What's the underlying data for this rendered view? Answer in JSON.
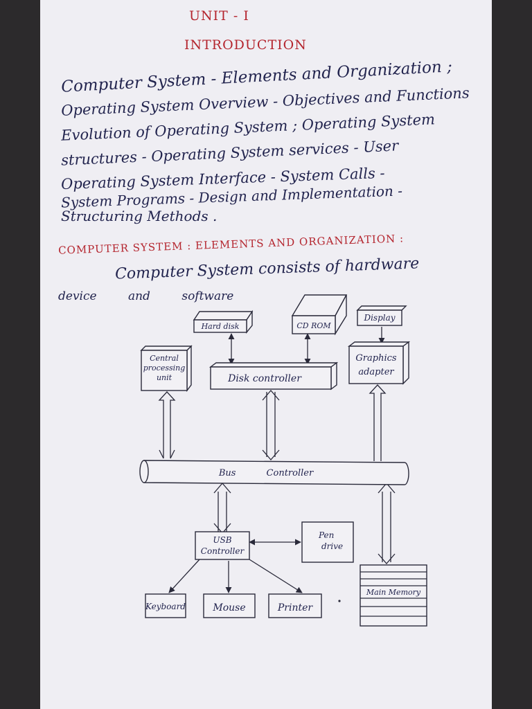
{
  "unit_heading": "UNIT - I",
  "title": "INTRODUCTION",
  "syllabus_lines": [
    "Computer System - Elements and Organization ;",
    "Operating System Overview - Objectives and Functions",
    "Evolution of Operating System ; Operating System",
    "structures - Operating System services - User",
    "Operating System Interface - System Calls -",
    "System Programs - Design and Implementation -",
    "Structuring Methods ."
  ],
  "section_heading": "COMPUTER SYSTEM : ELEMENTS AND ORGANIZATION :",
  "intro_lines": [
    "Computer System consists of hardware",
    "device and software"
  ],
  "diagram": {
    "hard_disk": "Hard disk",
    "cd_rom": "CD ROM",
    "display": "Display",
    "cpu": [
      "Central",
      "processing",
      "unit"
    ],
    "disk_controller": "Disk controller",
    "graphics_adapter": [
      "Graphics",
      "adapter"
    ],
    "bus_controller": "Bus Controller",
    "usb_controller": [
      "USB",
      "Controller"
    ],
    "pen_drive": [
      "Pen",
      "drive"
    ],
    "main_memory": "Main Memory",
    "keyboard": "Keyboard",
    "mouse": "Mouse",
    "printer": "Printer"
  },
  "colors": {
    "paper": "#efeef3",
    "ink": "#22244e",
    "heading": "#b4252e",
    "background": "#2c2a2c"
  }
}
